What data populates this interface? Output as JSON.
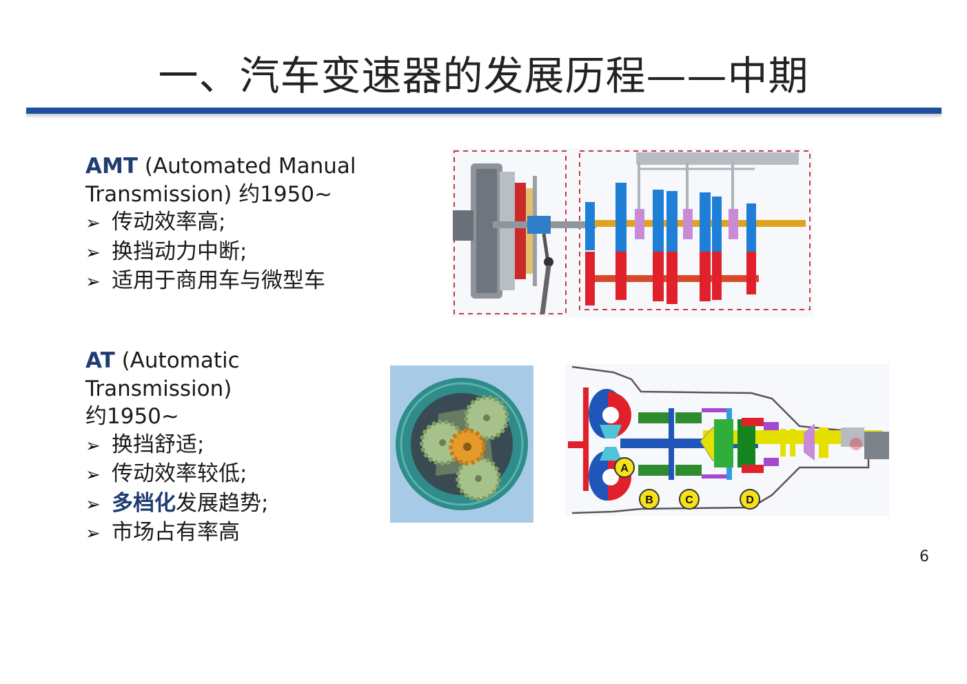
{
  "slide": {
    "title": "一、汽车变速器的发展历程——中期",
    "page_number": "6"
  },
  "amt": {
    "name": "AMT",
    "line1_rest": " (Automated Manual",
    "line2": "Transmission) 约1950~",
    "bullets": [
      "传动效率高;",
      "换挡动力中断;",
      "适用于商用车与微型车"
    ]
  },
  "at": {
    "name": "AT",
    "line1_rest": " (Automatic",
    "line2": "Transmission)",
    "line3": "约1950~",
    "bullets": [
      {
        "bold": "",
        "text": "换挡舒适;"
      },
      {
        "bold": "",
        "text": "传动效率较低;"
      },
      {
        "bold": "多档化",
        "text": "发展趋势;"
      },
      {
        "bold": "",
        "text": "市场占有率高"
      }
    ]
  },
  "at_diagram": {
    "clutch_labels": [
      "A",
      "B",
      "C",
      "D"
    ]
  },
  "colors": {
    "title_rule": "#1e4f9c",
    "gear_blue": "#1f7fd6",
    "gear_red": "#e0202a",
    "shaft_yellow": "#e6b400",
    "gear_pink": "#c98ad8",
    "planetary_ring": "#2f8c8a",
    "planetary_gear": "#a6c28a",
    "sun_gear": "#e59a2c"
  },
  "icons": {
    "bullet": "arrowhead-bullet-icon"
  }
}
